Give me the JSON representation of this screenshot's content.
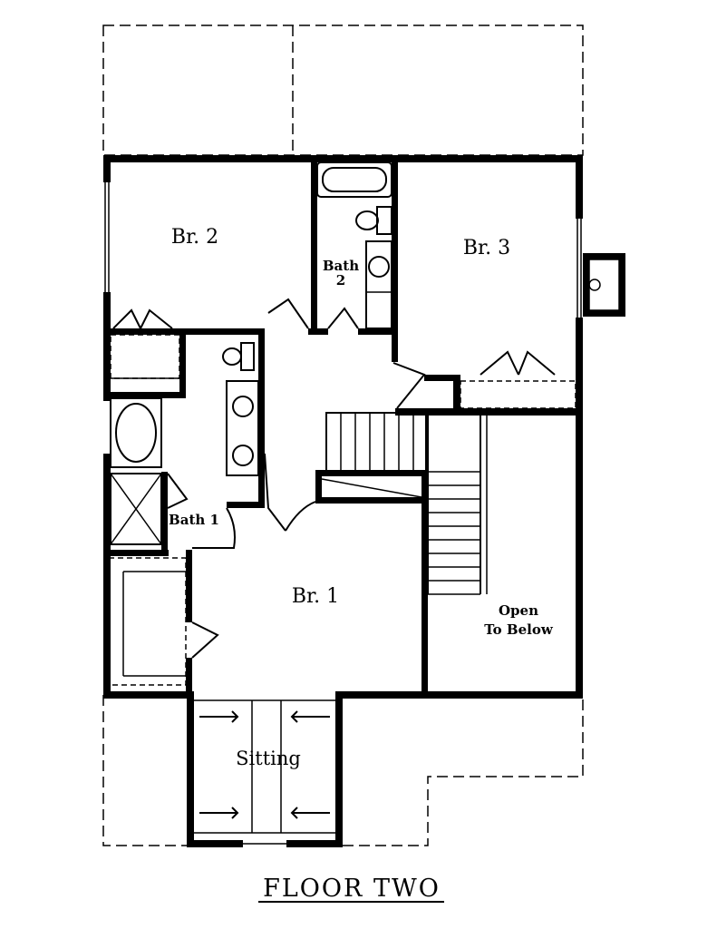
{
  "diagram": {
    "title": "FLOOR TWO",
    "rooms": {
      "br2": "Br. 2",
      "bath2_line1": "Bath",
      "bath2_line2": "2",
      "br3": "Br. 3",
      "bath1": "Bath 1",
      "br1": "Br. 1",
      "open_line1": "Open",
      "open_line2": "To Below",
      "sitting": "Sitting"
    }
  }
}
